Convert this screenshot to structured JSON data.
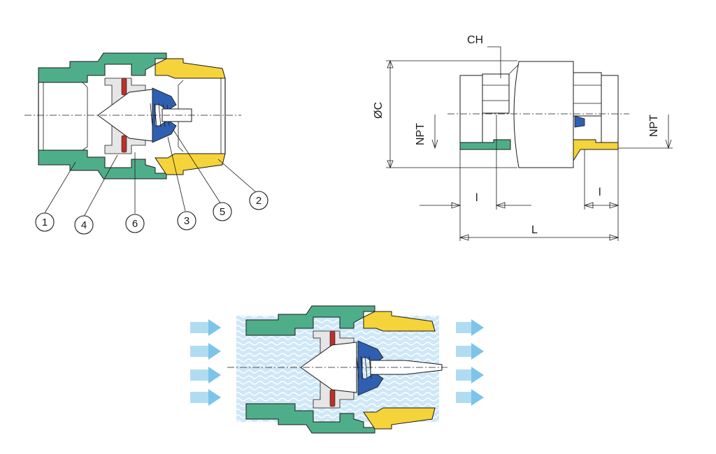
{
  "callouts": [
    "1",
    "4",
    "6",
    "3",
    "5",
    "2"
  ],
  "dimensions": {
    "ch": "CH",
    "diameter": "ØC",
    "npt_left": "NPT",
    "npt_right": "NPT",
    "l_small_left": "l",
    "l_small_right": "l",
    "l_total": "L"
  },
  "colors": {
    "body_green": "#4fae8a",
    "nut_yellow": "#f5d33a",
    "seal_blue": "#2f5fb0",
    "gasket_red": "#b8322c",
    "flow_blue": "#7cc4ea",
    "water": "#cfe8f7"
  },
  "icons": [
    "flow-arrow-icon"
  ]
}
